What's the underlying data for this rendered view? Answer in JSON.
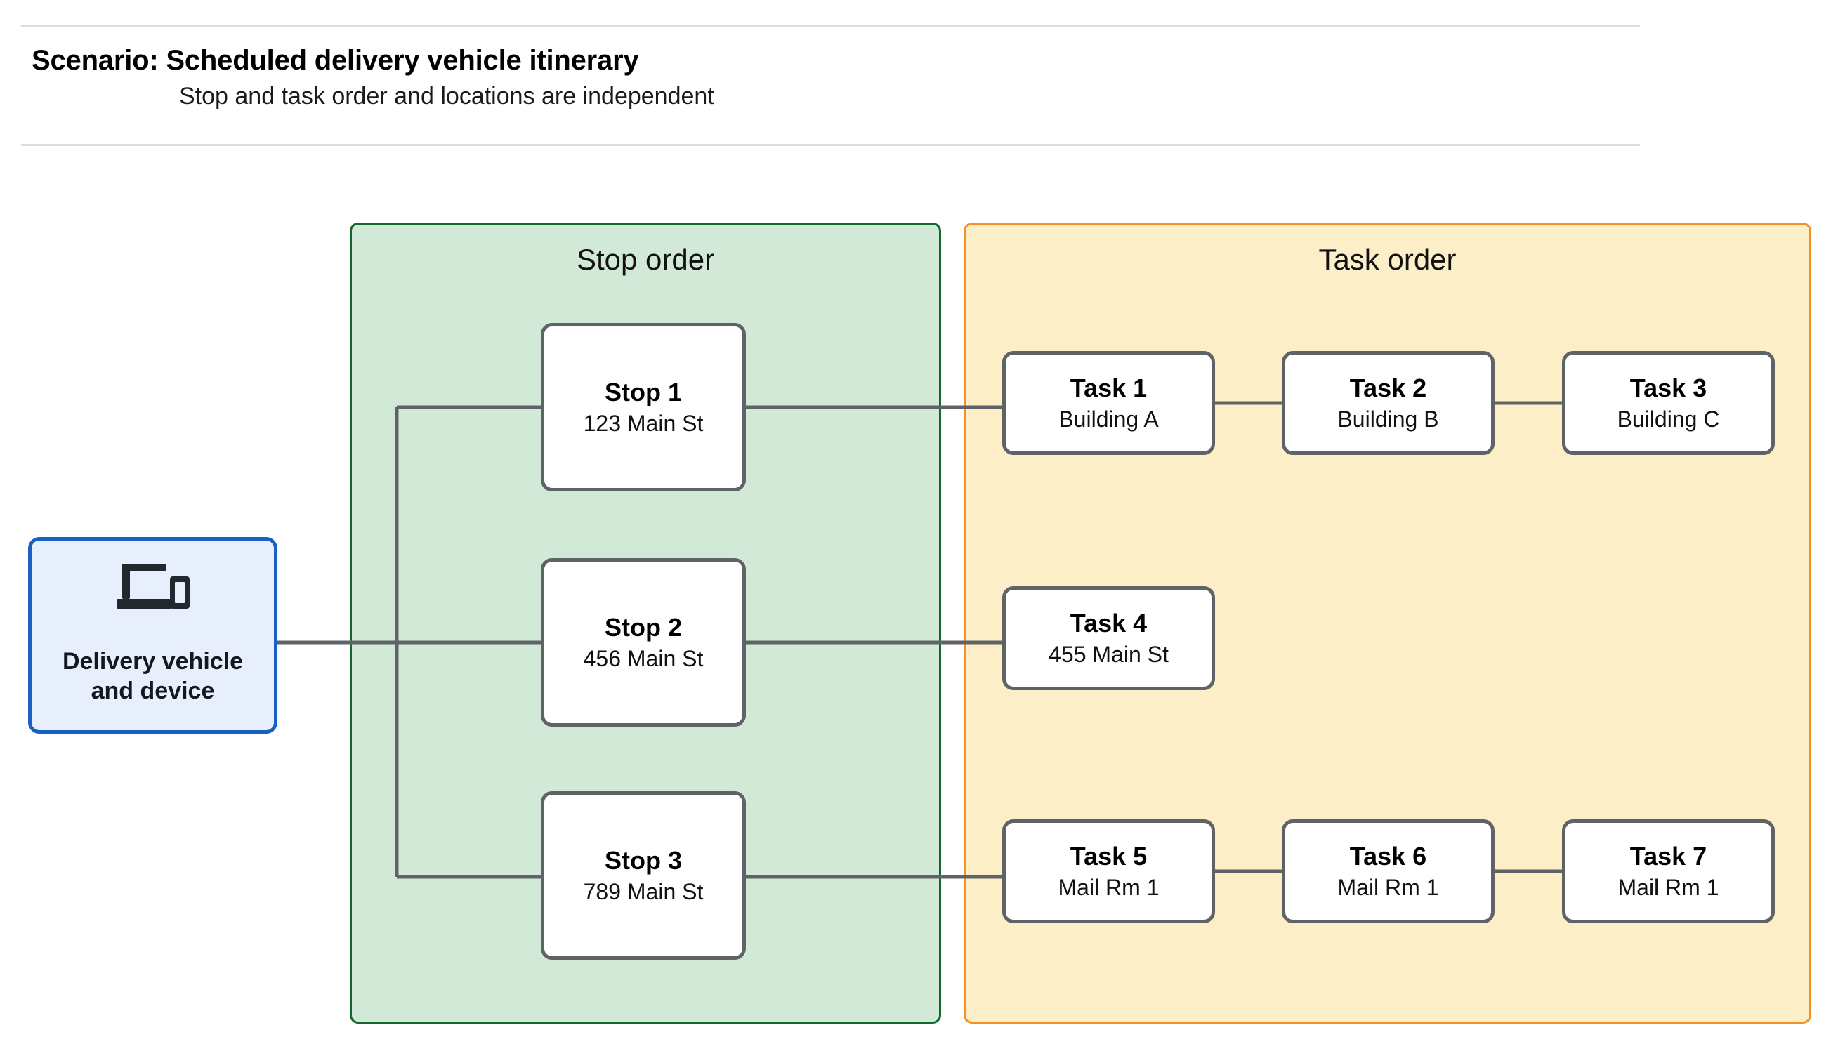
{
  "header": {
    "title": "Scenario: Scheduled delivery vehicle itinerary",
    "subtitle": "Stop and task order and locations are independent"
  },
  "source_node": {
    "icon": "devices-icon",
    "label": "Delivery vehicle\nand device",
    "label_line_1": "Delivery vehicle",
    "label_line_2": "and device",
    "fill_color": "#e8effc",
    "border_color": "#1a5fc4"
  },
  "panels": [
    {
      "id": "stop-order",
      "title": "Stop order",
      "fill_color": "#d2e9d7",
      "border_color": "#13682f"
    },
    {
      "id": "task-order",
      "title": "Task order",
      "fill_color": "#fcefc8",
      "border_color": "#f59022"
    }
  ],
  "stops": [
    {
      "id": "stop-1",
      "title": "Stop 1",
      "location": "123 Main St"
    },
    {
      "id": "stop-2",
      "title": "Stop 2",
      "location": "456 Main St"
    },
    {
      "id": "stop-3",
      "title": "Stop 3",
      "location": "789 Main St"
    }
  ],
  "task_rows": [
    {
      "row": 1,
      "tasks": [
        {
          "id": "task-1",
          "title": "Task 1",
          "location": "Building A"
        },
        {
          "id": "task-2",
          "title": "Task 2",
          "location": "Building B"
        },
        {
          "id": "task-3",
          "title": "Task 3",
          "location": "Building C"
        }
      ]
    },
    {
      "row": 2,
      "tasks": [
        {
          "id": "task-4",
          "title": "Task 4",
          "location": "455 Main St"
        }
      ]
    },
    {
      "row": 3,
      "tasks": [
        {
          "id": "task-5",
          "title": "Task 5",
          "location": "Mail Rm 1"
        },
        {
          "id": "task-6",
          "title": "Task 6",
          "location": "Mail Rm 1"
        },
        {
          "id": "task-7",
          "title": "Task 7",
          "location": "Mail Rm 1"
        }
      ]
    }
  ],
  "colors": {
    "connector": "#5f6368",
    "node_border": "#5f6368",
    "node_fill": "#ffffff",
    "rule": "#dadce0",
    "text": "#000000"
  }
}
